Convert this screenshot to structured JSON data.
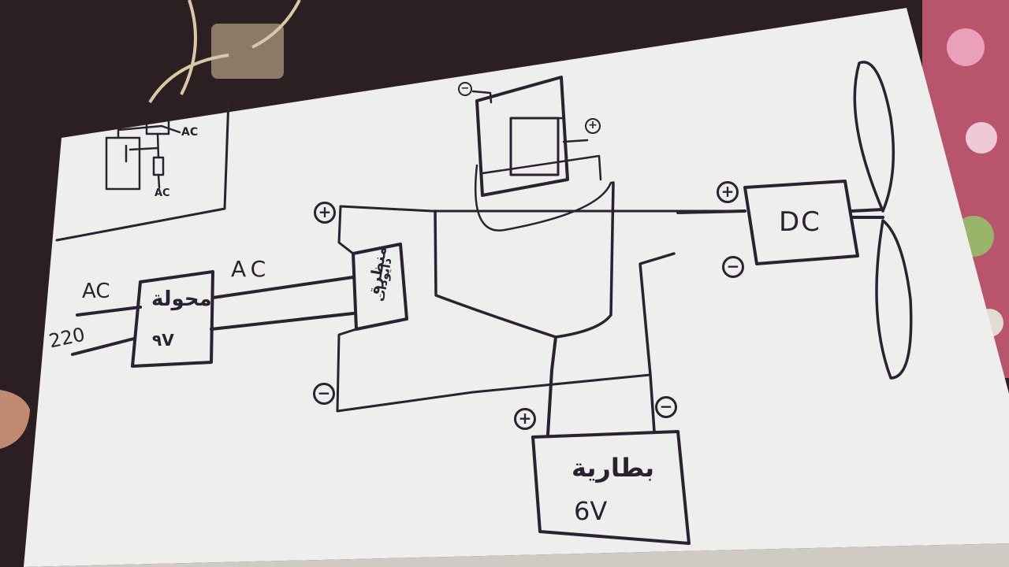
{
  "inset": {
    "ac_top": "AC",
    "ac_bottom": "AC"
  },
  "input": {
    "ac": "AC",
    "voltage": "220"
  },
  "transformer": {
    "label": "محولة",
    "rating": "٩V"
  },
  "ac_line": "AC",
  "regulator": {
    "line1": "منظرة",
    "line2": "دايودات"
  },
  "battery": {
    "label": "بطارية",
    "rating": "6V"
  },
  "motor": {
    "label": "DC"
  },
  "polarity": {
    "plus": "+",
    "minus": "−"
  },
  "colors": {
    "ink": "#2a2230",
    "paper": "#eeeeec",
    "background": "#3a2a2a"
  }
}
